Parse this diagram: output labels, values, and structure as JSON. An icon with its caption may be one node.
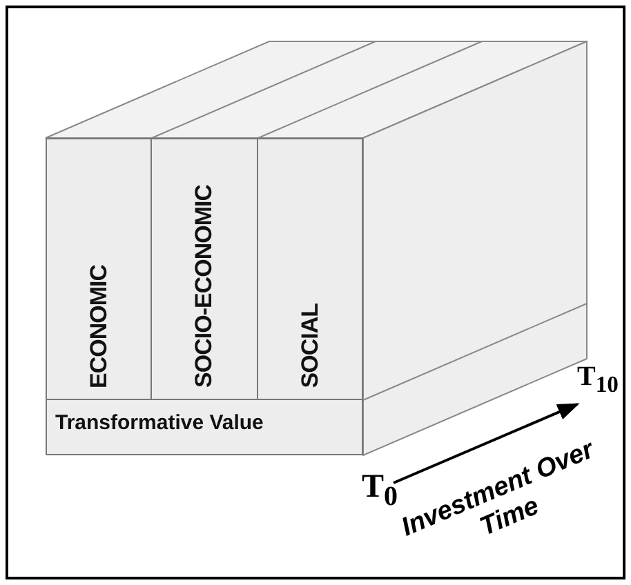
{
  "diagram": {
    "nodes": [
      {
        "text": [
          "ECONOMIC"
        ]
      },
      {
        "text": [
          "SOCIO-ECONOMIC"
        ]
      },
      {
        "text": [
          "SOCIAL"
        ]
      },
      {
        "text": [
          "Transformative Value"
        ]
      }
    ],
    "labels": [
      "T$_{0}$",
      "T$_{10}$",
      "Investment Over Time"
    ]
  }
}
